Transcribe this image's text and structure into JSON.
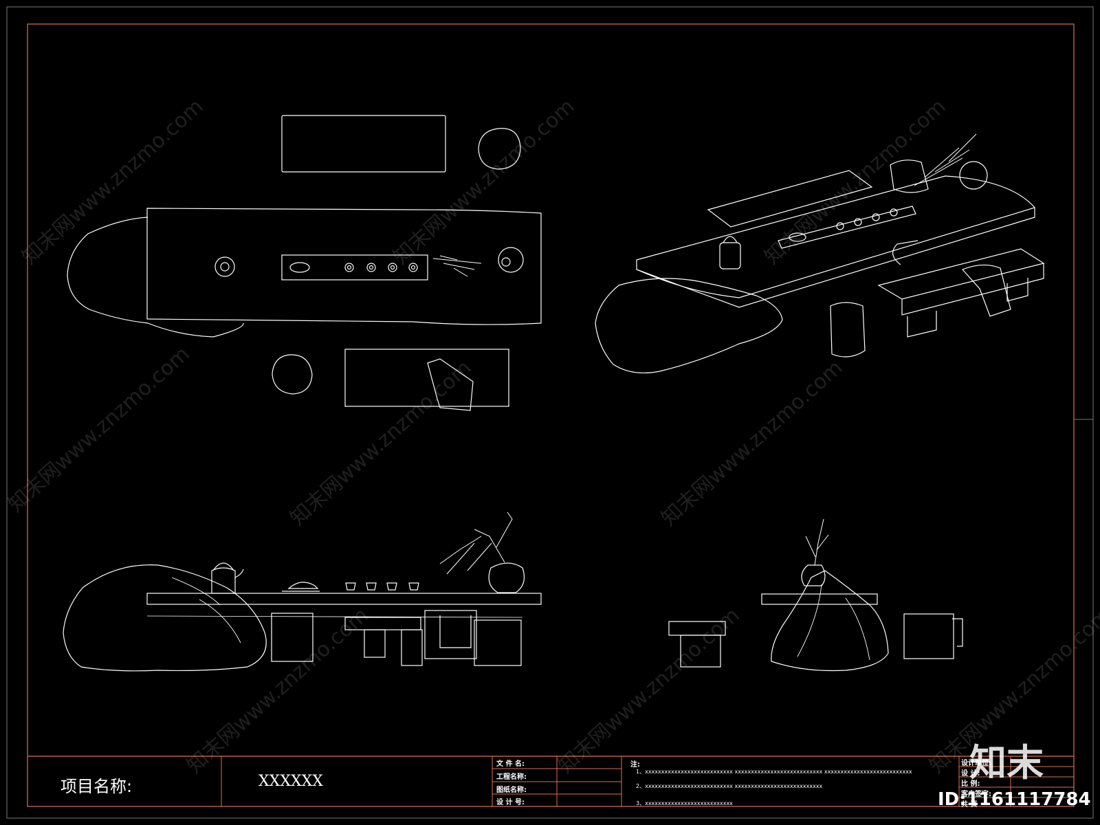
{
  "title_block": {
    "project_label": "项目名称:",
    "project_value": "XXXXXX",
    "file_name_label": "文 件 名:",
    "project_name_label": "工程名称:",
    "drawing_name_label": "图纸名称:",
    "design_no_label": "设 计 号:",
    "notes_label": "注:",
    "notes": [
      "1、xxxxxxxxxxxxxxxxxxxxxxxxxxx    xxxxxxxxxxxxxxxxxxxxxxxxxxx    xxxxxxxxxxxxxxxxxxxxxxxxxxx",
      "2、xxxxxxxxxxxxxxxxxxxxxxxxxxx    xxxxxxxxxxxxxxxxxxxxxxxxxxx",
      "3、xxxxxxxxxxxxxxxxxxxxxxxxxxx"
    ],
    "right_labels": [
      "设计单位:",
      "设    计:",
      "比    例:",
      "客户签字:",
      "共    页"
    ]
  },
  "watermark": {
    "text": "知末网www.znzmo.com",
    "logo": "知末",
    "id": "ID:1161117784"
  },
  "colors": {
    "background": "#000000",
    "line": "#ffffff",
    "frame_accent": "#e07050"
  }
}
